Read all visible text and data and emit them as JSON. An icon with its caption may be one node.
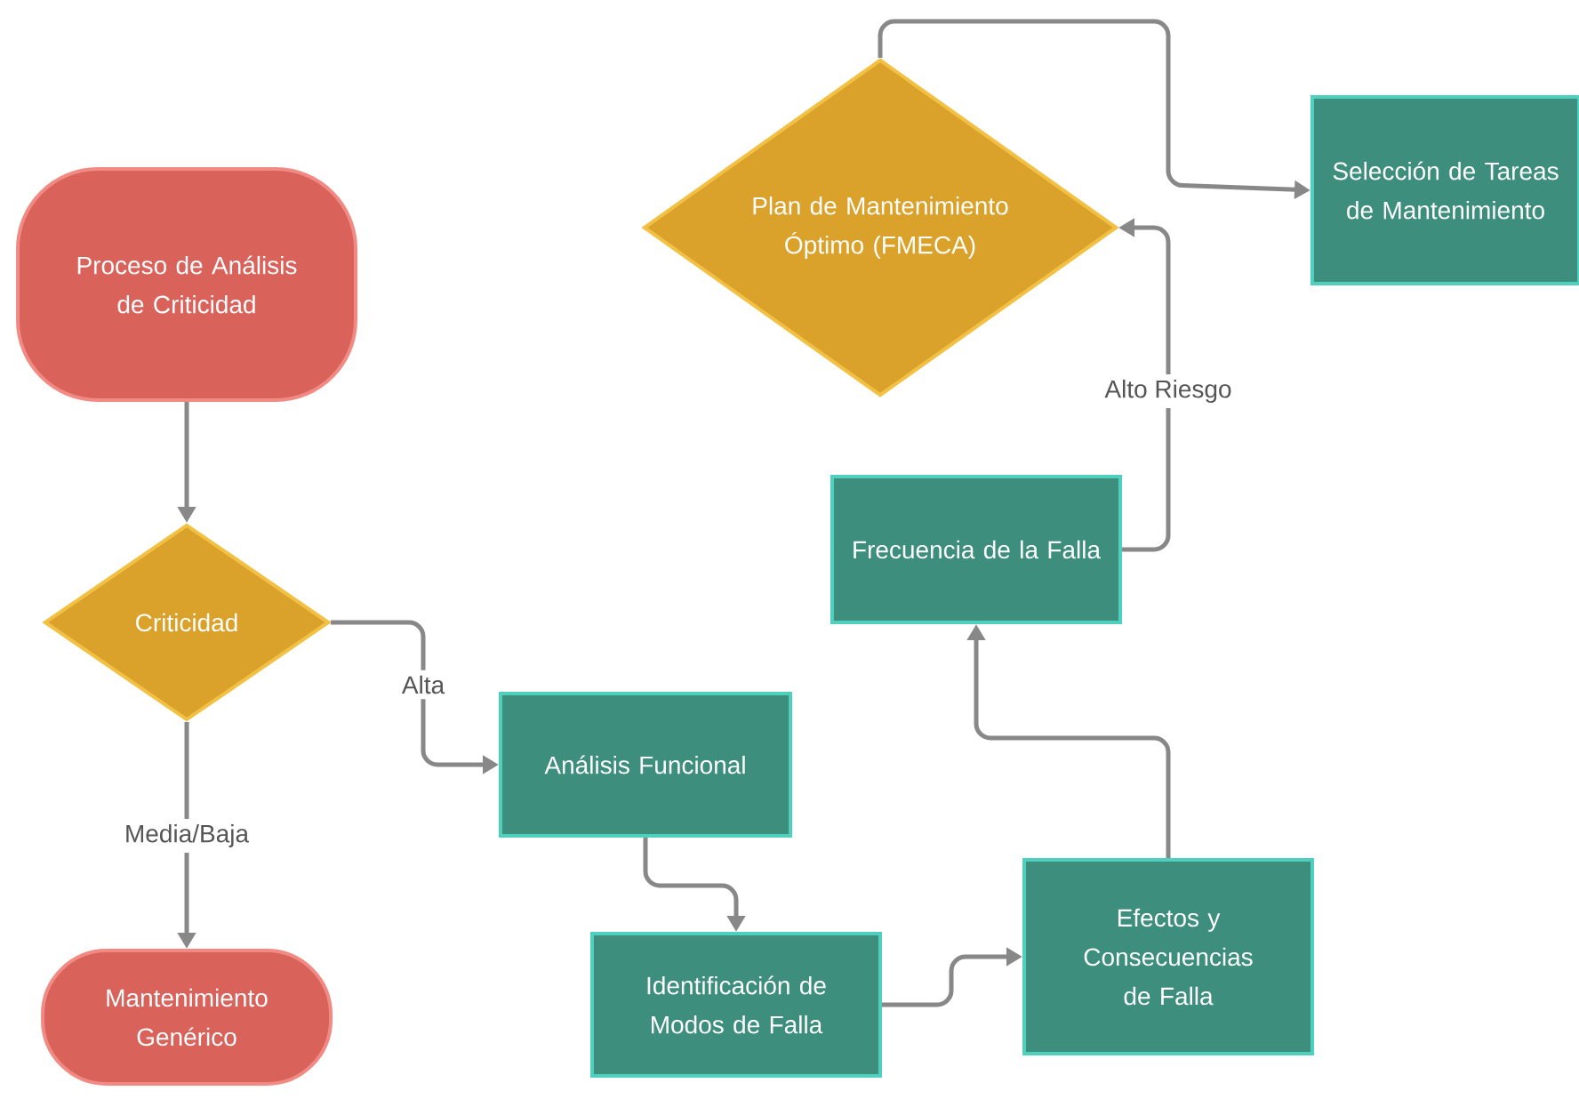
{
  "diagram": {
    "nodes": [
      {
        "text": [
          "Proceso de Análisis de Criticidad"
        ]
      },
      {
        "text": [
          "Criticidad"
        ]
      },
      {
        "text": [
          "Mantenimiento Genérico"
        ]
      },
      {
        "text": [
          "Análisis Funcional"
        ]
      },
      {
        "text": [
          "Identificación de Modos de Falla"
        ]
      },
      {
        "text": [
          "Efectos y Consecuencias de Falla"
        ]
      },
      {
        "text": [
          "Frecuencia de la Falla"
        ]
      },
      {
        "text": [
          "Plan de Mantenimiento Óptimo (FMECA)"
        ]
      },
      {
        "text": [
          "Selección de Tareas de Mantenimiento"
        ]
      }
    ],
    "edges": [
      {
        "from": 0,
        "to": 1,
        "arrow": "to"
      },
      {
        "from": 1,
        "to": 3,
        "arrow": "to",
        "label": "Alta"
      },
      {
        "from": 1,
        "to": 2,
        "arrow": "to",
        "label": "Media/Baja"
      },
      {
        "from": 3,
        "to": 4,
        "arrow": "to"
      },
      {
        "from": 4,
        "to": 5,
        "arrow": "to"
      },
      {
        "from": 5,
        "to": 6,
        "arrow": "to"
      },
      {
        "from": 6,
        "to": 7,
        "arrow": "to",
        "label": "Alto Riesgo"
      },
      {
        "from": 7,
        "to": 8,
        "arrow": "to"
      }
    ]
  }
}
